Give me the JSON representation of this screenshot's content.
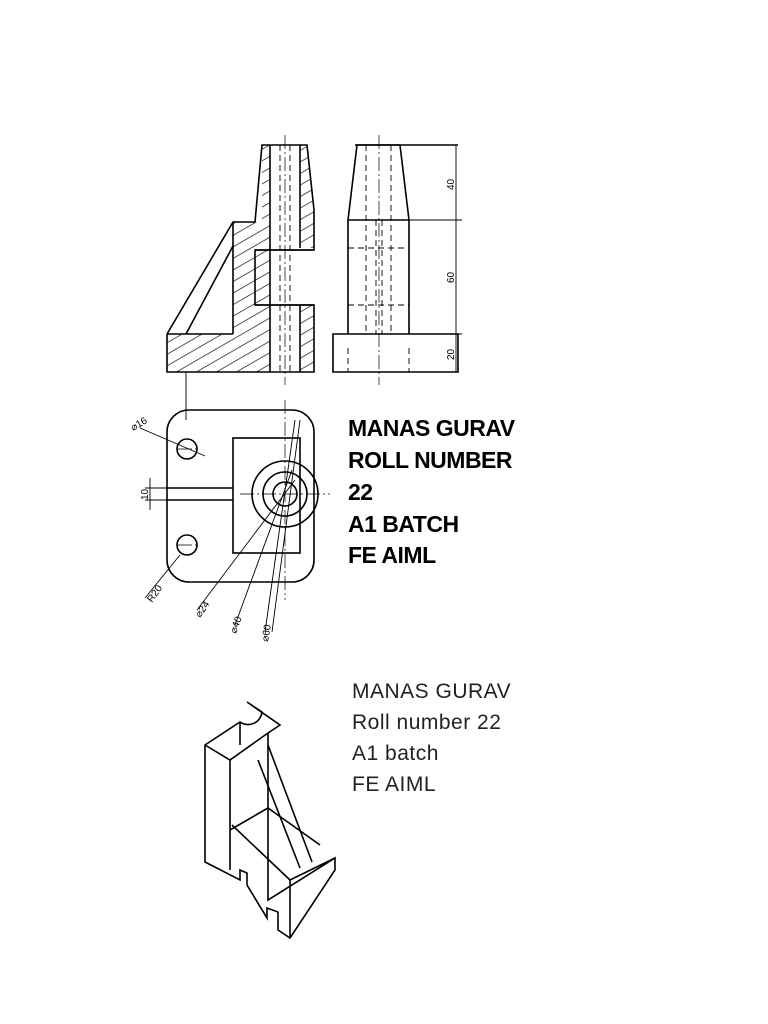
{
  "labels_bold": [
    "MANAS GURAV",
    "ROLL NUMBER",
    "22",
    "A1 BATCH",
    "FE AIML"
  ],
  "labels_light": [
    "MANAS GURAV",
    "Roll number 22",
    "A1 batch",
    "FE AIML"
  ],
  "dimensions": {
    "height_top": "40",
    "height_mid": "60",
    "height_base": "20",
    "slot_width": "10",
    "hole_small": "⌀16",
    "hole_corner": "R20",
    "bore": "⌀24",
    "boss": "⌀40",
    "outer": "⌀60"
  }
}
